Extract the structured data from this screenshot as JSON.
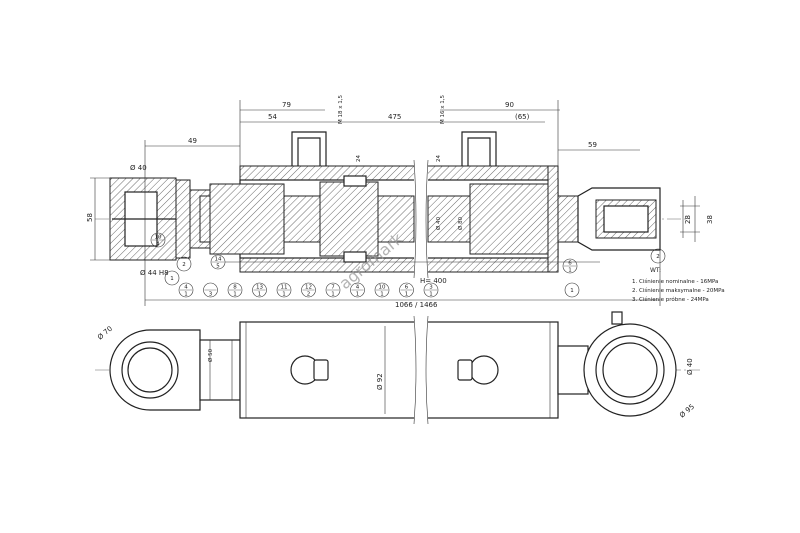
{
  "dimensions": {
    "d79": "79",
    "d54": "54",
    "m18": "M 18 x 1,5",
    "d475": "475",
    "m16": "M 16 x 1,5",
    "d90": "90",
    "d65": "(65)",
    "d59": "59",
    "d49": "49",
    "phi40": "Ø 40",
    "d58": "58",
    "d24a": "24",
    "d24b": "24",
    "phi40r": "Ø 40",
    "phi80": "Ø 80",
    "d28": "28",
    "d38": "38",
    "phi44": "Ø 44 H8",
    "stroke": "H= 400",
    "total": "1066 / 1466",
    "phi70": "Ø 70",
    "phi50": "Ø 50",
    "phi92": "Ø 92",
    "phi40b": "Ø 40",
    "phi95": "Ø 95"
  },
  "balloons_top": [
    {
      "top": "10",
      "bottom": "4"
    },
    {
      "top": "14",
      "bottom": "5"
    },
    {
      "top": "6",
      "bottom": "1"
    }
  ],
  "balloons_row": [
    {
      "top": "4",
      "bottom": "1"
    },
    {
      "top": "",
      "bottom": "3"
    },
    {
      "top": "8",
      "bottom": "1"
    },
    {
      "top": "13",
      "bottom": "1"
    },
    {
      "top": "11",
      "bottom": "1"
    },
    {
      "top": "12",
      "bottom": "2"
    },
    {
      "top": "7",
      "bottom": "1"
    },
    {
      "top": "4",
      "bottom": "1"
    },
    {
      "top": "10",
      "bottom": "1"
    },
    {
      "top": "6",
      "bottom": "1"
    },
    {
      "top": "3",
      "bottom": "1"
    }
  ],
  "balloons_single": [
    "2",
    "1",
    "2",
    "1"
  ],
  "notes": {
    "title": "WT:",
    "lines": [
      "1. Ciśnienie nominalne  - 16MPa",
      "2. Ciśnienie maksymalne - 20MPa",
      "3. Ciśnienie próbne     - 24MPa"
    ]
  },
  "watermark": "agromark"
}
